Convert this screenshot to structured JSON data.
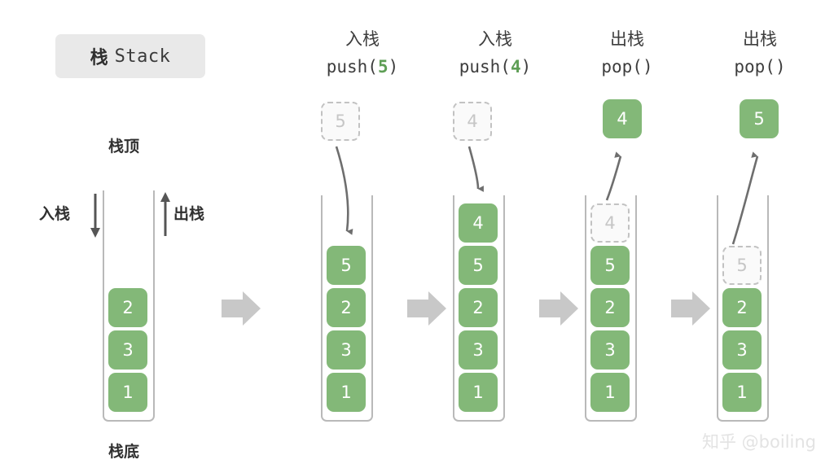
{
  "title": {
    "cjk": "栈",
    "latin": "Stack"
  },
  "labels": {
    "top": "栈顶",
    "bottom": "栈底",
    "push_side": "入栈",
    "pop_side": "出栈"
  },
  "watermark": "知乎 @boiling",
  "colors": {
    "block_green": "#83b878",
    "ghost_gray": "#c6c6c6",
    "arrow_gray": "#bfbfbf",
    "badge_gray": "#e9e9e9",
    "text_dark": "#3c3c3c"
  },
  "panels": [
    {
      "id": "initial",
      "header_op": "",
      "header_code": "",
      "header_code_num": "",
      "blocks": [
        "2",
        "3",
        "1"
      ],
      "floating": null,
      "ghost_slot": null
    },
    {
      "id": "push-5",
      "header_op": "入栈",
      "header_code_prefix": "push(",
      "header_code_num": "5",
      "header_code_suffix": ")",
      "blocks": [
        "5",
        "2",
        "3",
        "1"
      ],
      "floating": {
        "value": "5",
        "style": "ghost",
        "direction": "down"
      },
      "ghost_slot": null
    },
    {
      "id": "push-4",
      "header_op": "入栈",
      "header_code_prefix": "push(",
      "header_code_num": "4",
      "header_code_suffix": ")",
      "blocks": [
        "4",
        "5",
        "2",
        "3",
        "1"
      ],
      "floating": {
        "value": "4",
        "style": "ghost",
        "direction": "down"
      },
      "ghost_slot": null
    },
    {
      "id": "pop-4",
      "header_op": "出栈",
      "header_code_prefix": "pop(",
      "header_code_num": "",
      "header_code_suffix": ")",
      "blocks": [
        "5",
        "2",
        "3",
        "1"
      ],
      "floating": {
        "value": "4",
        "style": "solid",
        "direction": "up"
      },
      "ghost_slot": "4"
    },
    {
      "id": "pop-5",
      "header_op": "出栈",
      "header_code_prefix": "pop(",
      "header_code_num": "",
      "header_code_suffix": ")",
      "blocks": [
        "2",
        "3",
        "1"
      ],
      "floating": {
        "value": "5",
        "style": "solid",
        "direction": "up"
      },
      "ghost_slot": "5"
    }
  ]
}
